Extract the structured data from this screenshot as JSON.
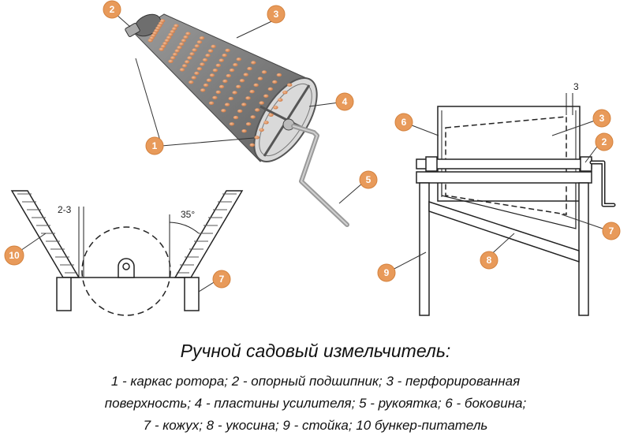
{
  "callouts": {
    "rotor": {
      "c1": "1",
      "c2": "2",
      "c3": "3",
      "c4": "4",
      "c5": "5"
    },
    "side": {
      "c6": "6",
      "c3": "3",
      "c2": "2",
      "c7": "7",
      "c8": "8",
      "c9": "9"
    },
    "front": {
      "c10": "10",
      "c7": "7"
    }
  },
  "dimensions": {
    "gap_top": "3",
    "gap_front": "2-3",
    "angle": "35°"
  },
  "caption": {
    "title": "Ручной садовый измельчитель:",
    "line1": "1 - каркас ротора; 2 - опорный подшипник; 3 - перфорированная",
    "line2": "поверхность; 4 - пластины усилителя; 5 - рукоятка; 6 - боковина;",
    "line3": "7 - кожух; 8 - укосина; 9 - стойка; 10 бункер-питатель"
  },
  "colors": {
    "callout_fill": "#e89a5a",
    "drum_fill": "#8a8a8a",
    "hole_fill": "#e8a070"
  }
}
